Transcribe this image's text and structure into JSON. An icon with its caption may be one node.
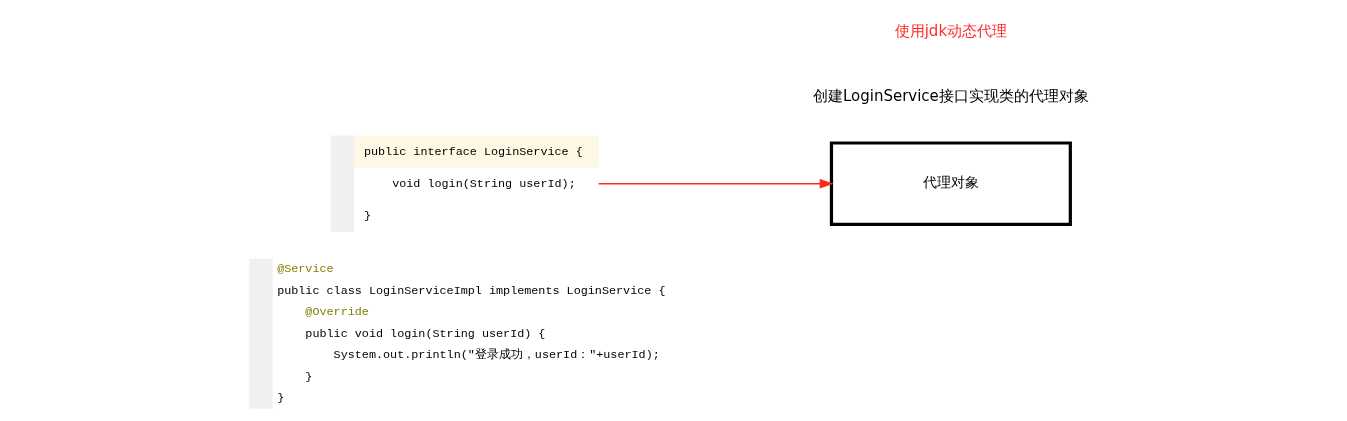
{
  "diagram": {
    "nodes": [
      {
        "text": [
          "public interface LoginService {",
          "void login(String userId);",
          "}"
        ]
      },
      {
        "text": [
          "@Service",
          "public class LoginServiceImpl implements LoginService {",
          "@Override",
          "public void login(String userId) {",
          "System.out.println(\"登录成功，userId：\"+userId);",
          "}",
          "}"
        ]
      },
      {
        "text": [
          "代理对象"
        ],
        "beside": [
          "创建LoginService接口实现类的代理对象"
        ]
      }
    ],
    "edges": [
      {
        "from": 0,
        "to": 2,
        "arrow": "to",
        "color": "#ff2a1a"
      }
    ],
    "labels": [
      "使用jdk动态代理"
    ]
  }
}
